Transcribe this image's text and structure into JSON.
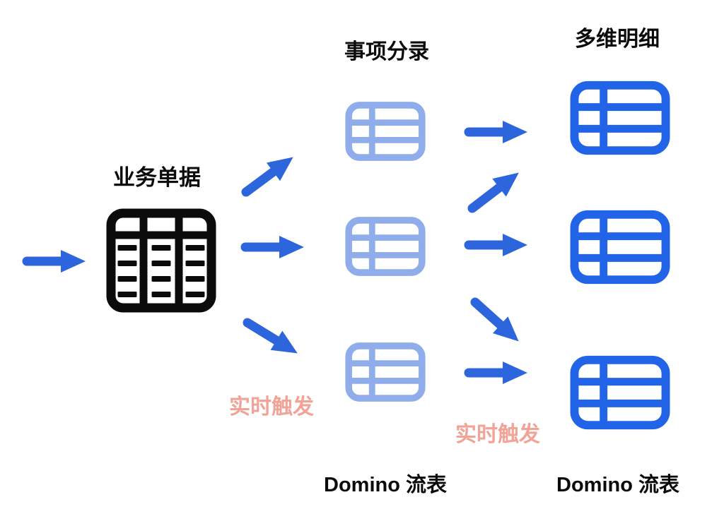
{
  "labels": {
    "source": "业务单据",
    "middle_column_title": "事项分录",
    "right_column_title": "多维明细",
    "trigger_left": "实时触发",
    "trigger_right": "实时触发",
    "middle_column_caption": "Domino 流表",
    "right_column_caption": "Domino 流表"
  },
  "colors": {
    "background": "#ffffff",
    "label_text": "#0b0b0b",
    "source_icon": "#0b0b0b",
    "middle_icon": "#90adeb",
    "right_icon": "#2264e8",
    "arrow": "#2d65dc",
    "trigger_text": "#f0a396"
  },
  "structure": {
    "source_node_count": 1,
    "middle_node_count": 3,
    "right_node_count": 3,
    "arrow_count": 9,
    "flow": "业务单据 → 事项分录 (Domino 流表) → 多维明细 (Domino 流表)"
  }
}
